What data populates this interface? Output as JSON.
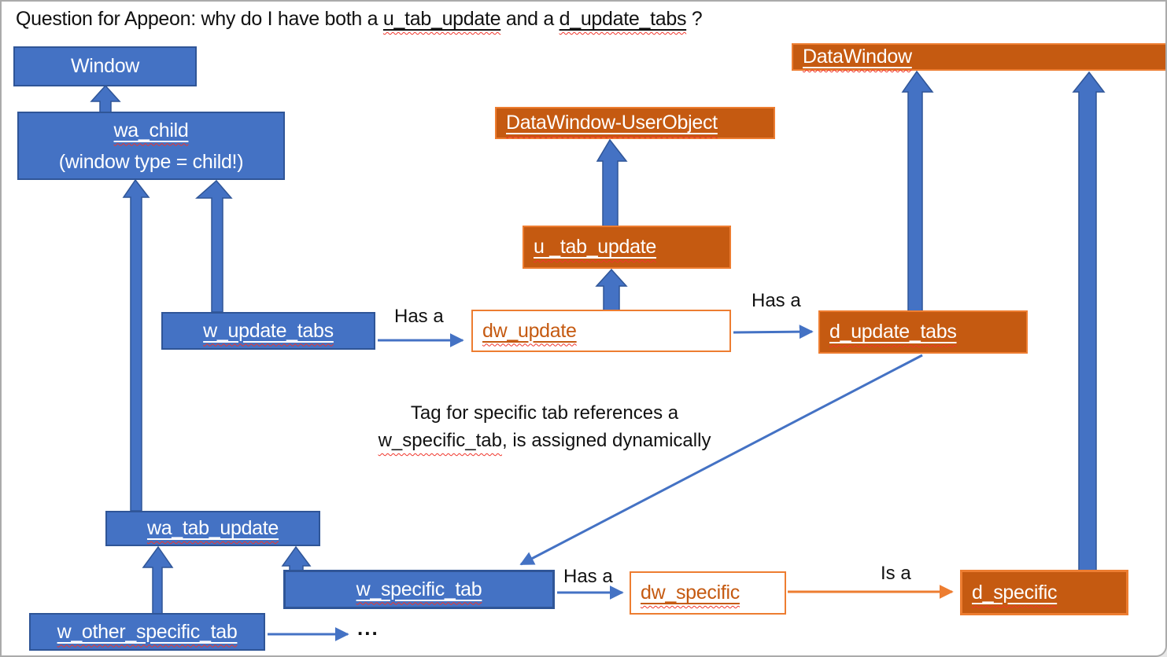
{
  "title": {
    "prefix": "Question for Appeon:  why do I have both a ",
    "term1": "u_tab_update",
    "mid": " and a ",
    "term2": "d_update_tabs",
    "suffix": " ?"
  },
  "nodes": {
    "window": "Window",
    "wa_child_line1": "wa_child",
    "wa_child_line2": "(window type = child!)",
    "datawindow": "DataWindow",
    "datawindow_userobject": "DataWindow-UserObject",
    "u_tab_update": "u _tab_update",
    "w_update_tabs": "w_update_tabs",
    "dw_update": "dw_update",
    "d_update_tabs": "d_update_tabs",
    "wa_tab_update": "wa_tab_update",
    "w_specific_tab": "w_specific_tab",
    "dw_specific": "dw_specific",
    "d_specific": "d_specific",
    "w_other_specific_tab": "w_other_specific_tab",
    "ellipsis": "..."
  },
  "edge_labels": {
    "has_a_update": "Has a",
    "has_a_d_update": "Has a",
    "has_a_specific": "Has a",
    "is_a": "Is a"
  },
  "annotation": {
    "line1": "Tag for specific tab references a",
    "line2_term": "w_specific_tab",
    "line2_rest": ", is assigned dynamically"
  },
  "colors": {
    "blue_fill": "#4472C4",
    "blue_border": "#2F5597",
    "orange_fill": "#C55A11",
    "orange_border": "#ED7D31",
    "thin_arrow_blue": "#4472C4",
    "thin_arrow_orange": "#ED7D31",
    "squiggle_red": "#F0352B",
    "text_black": "#111111"
  }
}
